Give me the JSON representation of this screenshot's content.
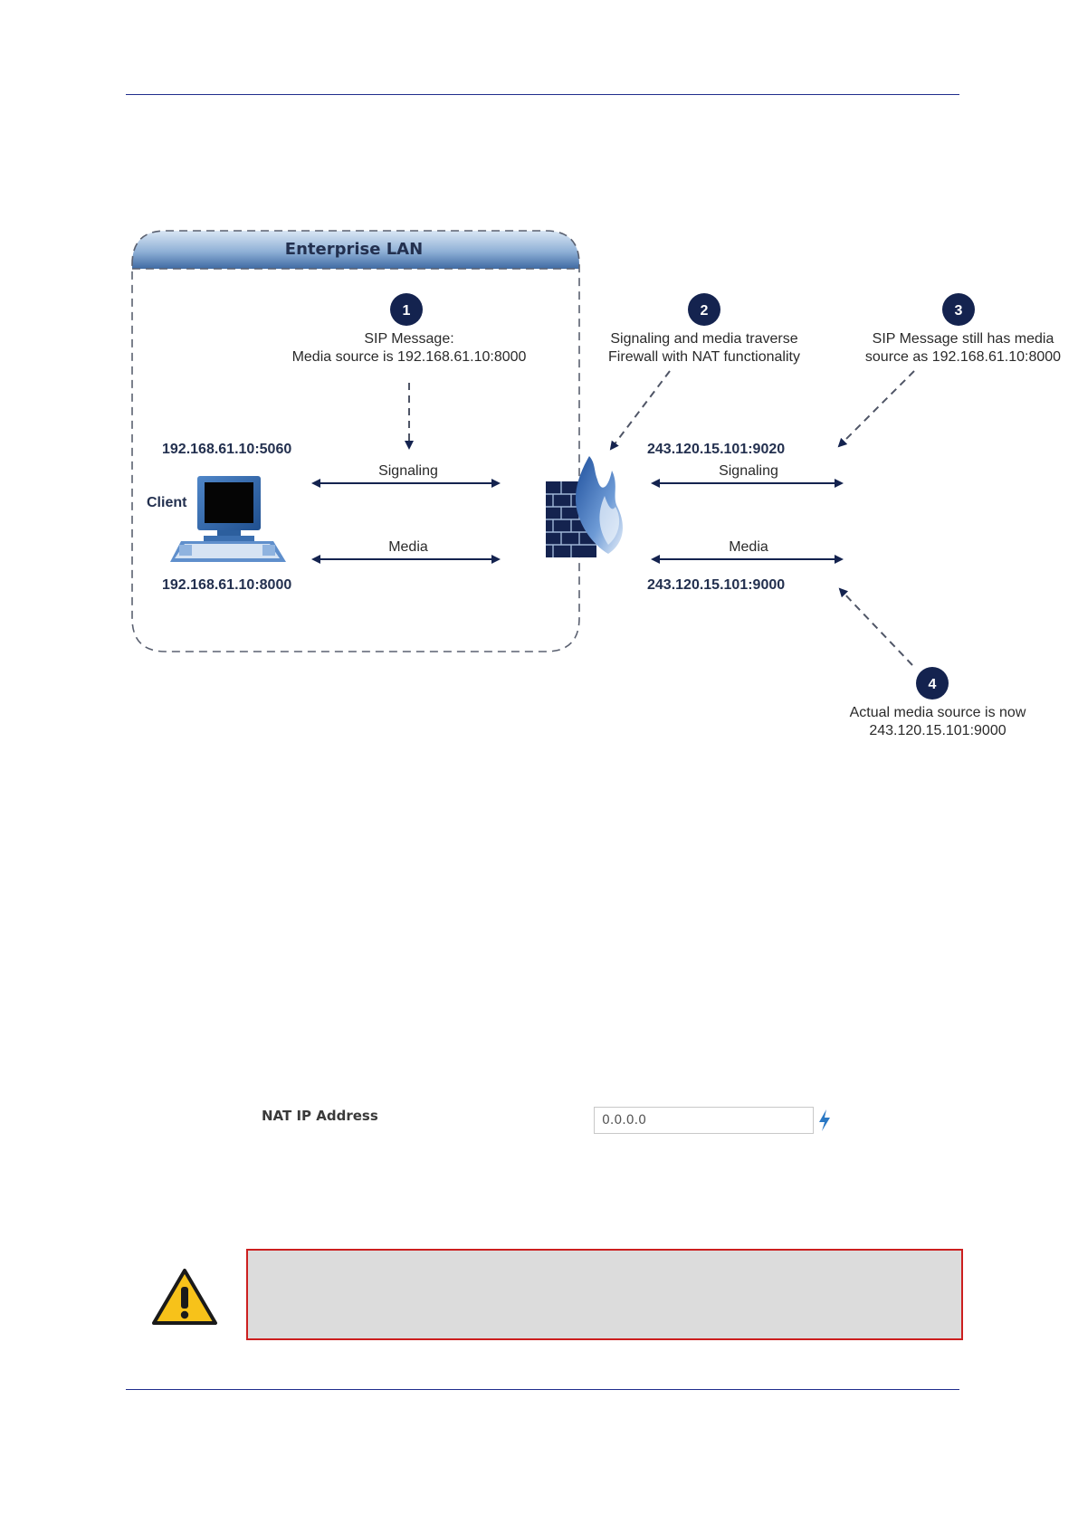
{
  "diagram": {
    "lan_title": "Enterprise LAN",
    "steps": [
      {
        "number": "1",
        "lines": [
          "SIP Message:",
          "Media source is 192.168.61.10:8000"
        ]
      },
      {
        "number": "2",
        "lines": [
          "Signaling and media traverse",
          "Firewall with NAT functionality"
        ]
      },
      {
        "number": "3",
        "lines": [
          "SIP Message still has media",
          "source as 192.168.61.10:8000"
        ]
      },
      {
        "number": "4",
        "lines": [
          "Actual media source is now",
          "243.120.15.101:9000"
        ]
      }
    ],
    "client_label": "Client",
    "lan_signaling_address": "192.168.61.10:5060",
    "lan_media_address": "192.168.61.10:8000",
    "wan_signaling_address": "243.120.15.101:9020",
    "wan_media_address": "243.120.15.101:9000",
    "signaling_label": "Signaling",
    "media_label": "Media",
    "colors": {
      "navy": "#14234f",
      "dash": "#4f5566",
      "header_blue": "#4a72a8",
      "text": "#2a2a2a",
      "flame": "#3d6fb8"
    }
  },
  "nat_field": {
    "label": "NAT IP Address",
    "value": "0.0.0.0",
    "icon": "lightning-bolt-icon"
  },
  "warning": {
    "icon": "warning-triangle-icon",
    "text": ""
  }
}
